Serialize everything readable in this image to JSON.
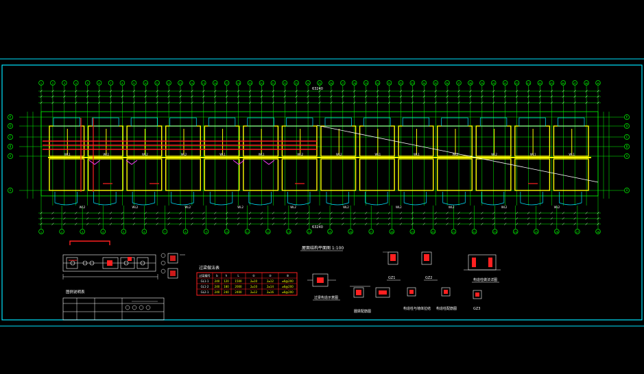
{
  "drawing": {
    "background": "#000000",
    "colors": {
      "frame": "#00e5ff",
      "grid": "#00ff00",
      "wall": "#ffff00",
      "white": "#ffffff",
      "red": "#ff2020",
      "magenta": "#ff40ff",
      "cyan": "#00e5ff"
    },
    "plan_title": "屋面结构平面图 1:100",
    "axis_top": [
      "1",
      "2",
      "3",
      "4",
      "5",
      "6",
      "7",
      "8",
      "9",
      "10",
      "11",
      "12",
      "13",
      "14",
      "15",
      "16",
      "17",
      "18",
      "19",
      "20",
      "21",
      "22",
      "23",
      "24",
      "25",
      "26",
      "27",
      "28",
      "29",
      "30",
      "31",
      "32",
      "33",
      "34",
      "35",
      "36",
      "37",
      "38",
      "39",
      "40",
      "41",
      "42",
      "43",
      "44",
      "45",
      "46",
      "47",
      "48",
      "49"
    ],
    "axis_bottom": [
      "1",
      "2",
      "3",
      "4",
      "5",
      "6",
      "7",
      "8",
      "9",
      "10",
      "11",
      "12",
      "13",
      "14",
      "15",
      "16",
      "17",
      "18",
      "19",
      "20",
      "21",
      "22",
      "23",
      "24",
      "25",
      "26",
      "27",
      "28"
    ],
    "axis_left": [
      "E",
      "D",
      "C",
      "B",
      "A",
      "A"
    ],
    "axis_right": [
      "E",
      "D",
      "C",
      "B",
      "A",
      "A"
    ],
    "overall_dim": "63240",
    "wl_labels": [
      "WL1",
      "WL1",
      "WL2",
      "WL2",
      "WL1",
      "WL1",
      "WL2",
      "WL2",
      "WL1",
      "WL1",
      "WL2",
      "WL2",
      "WL1",
      "WL1"
    ],
    "bottom_labels": [
      "WL2",
      "WL2",
      "WL2",
      "WL2",
      "WL2",
      "WL2",
      "WL2",
      "WL2",
      "WL2",
      "WL2"
    ],
    "table": {
      "title": "过梁做法表",
      "headers": [
        "过梁编号",
        "b",
        "h",
        "L",
        "①",
        "②",
        "③"
      ],
      "rows": [
        [
          "GL1-1",
          "240",
          "120",
          "1500",
          "2⌀10",
          "2⌀12",
          "⌀6@200"
        ],
        [
          "GL1-2",
          "240",
          "180",
          "2000",
          "2⌀10",
          "2⌀14",
          "⌀6@200"
        ],
        [
          "GL2-1",
          "240",
          "240",
          "2400",
          "2⌀12",
          "2⌀16",
          "⌀6@200"
        ]
      ]
    },
    "legend_table_title": "图例说明表",
    "detail_labels": [
      "GZ1",
      "GZ2",
      "GZ3",
      "构造柱做法详图",
      "圈梁配筋图",
      "过梁构造示意图",
      "构造柱与墙体拉结",
      "构造柱配筋图"
    ]
  }
}
